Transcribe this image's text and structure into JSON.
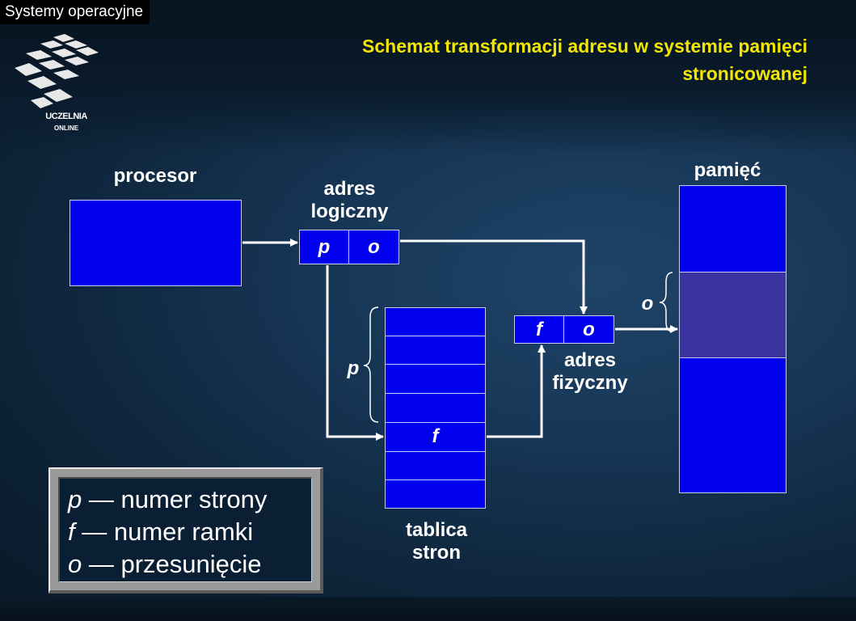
{
  "header": {
    "course": "Systemy operacyjne",
    "title_line1": "Schemat transformacji adresu w systemie pamięci",
    "title_line2": "stronicowanej",
    "logo_line1": "UCZELNIA",
    "logo_line2": "ONLINE"
  },
  "diagram": {
    "processor_label": "procesor",
    "logical_address_label_1": "adres",
    "logical_address_label_2": "logiczny",
    "logical_p": "p",
    "logical_o": "o",
    "physical_f": "f",
    "physical_o": "o",
    "physical_address_label_1": "adres",
    "physical_address_label_2": "fizyczny",
    "page_table_entry": "f",
    "page_table_brace": "p",
    "page_table_label_1": "tablica",
    "page_table_label_2": "stron",
    "memory_label": "pamięć",
    "memory_brace": "o"
  },
  "legend": [
    {
      "symbol": "p",
      "text": " — numer strony"
    },
    {
      "symbol": "f",
      "text": " — numer ramki"
    },
    {
      "symbol": "o",
      "text": " — przesunięcie"
    }
  ],
  "colors": {
    "title": "#f2e600",
    "box_fill": "#0000ee",
    "frame_fill": "#3a34a0",
    "arrow": "#ffffff"
  }
}
